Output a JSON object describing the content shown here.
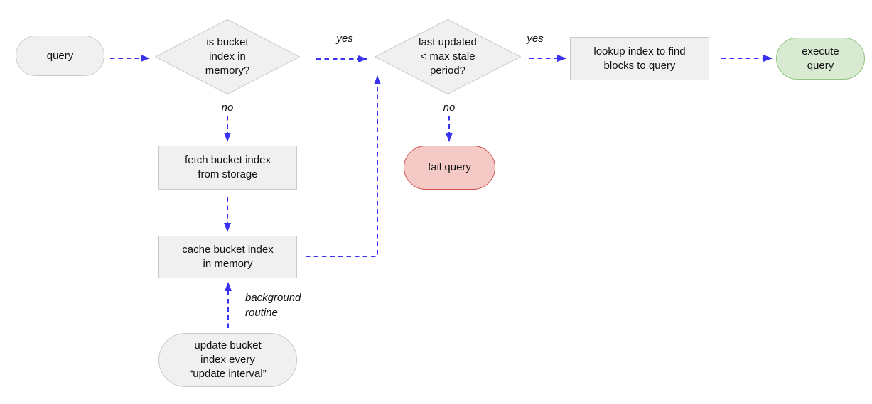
{
  "diagram": {
    "title": "query path flowchart",
    "nodes": {
      "query": {
        "label": "query",
        "type": "terminal"
      },
      "memory_check": {
        "label": "is bucket\nindex in\nmemory?",
        "type": "decision"
      },
      "stale_check": {
        "label": "last updated\n< max stale\nperiod?",
        "type": "decision"
      },
      "fetch": {
        "label": "fetch bucket index\nfrom storage",
        "type": "process"
      },
      "cache": {
        "label": "cache bucket index\nin memory",
        "type": "process"
      },
      "lookup": {
        "label": "lookup index to find\nblocks to query",
        "type": "process"
      },
      "execute": {
        "label": "execute\nquery",
        "type": "terminal-success"
      },
      "fail": {
        "label": "fail query",
        "type": "terminal-failure"
      },
      "update": {
        "label": "update bucket\nindex every\n“update interval”",
        "type": "terminal"
      }
    },
    "edge_labels": {
      "memory_yes": "yes",
      "memory_no": "no",
      "stale_yes": "yes",
      "stale_no": "no",
      "background_routine": "background\nroutine"
    },
    "edges": [
      {
        "from": "query",
        "to": "memory_check",
        "label": ""
      },
      {
        "from": "memory_check",
        "to": "stale_check",
        "label": "yes"
      },
      {
        "from": "memory_check",
        "to": "fetch",
        "label": "no"
      },
      {
        "from": "fetch",
        "to": "cache",
        "label": ""
      },
      {
        "from": "cache",
        "to": "stale_check",
        "label": ""
      },
      {
        "from": "stale_check",
        "to": "lookup",
        "label": "yes"
      },
      {
        "from": "stale_check",
        "to": "fail",
        "label": "no"
      },
      {
        "from": "lookup",
        "to": "execute",
        "label": ""
      },
      {
        "from": "update",
        "to": "cache",
        "label": "background routine"
      }
    ],
    "colors": {
      "node_fill": "#f0f0f0",
      "node_border": "#c9c9c9",
      "success_fill": "#d9ead3",
      "success_border": "#93c47d",
      "failure_fill": "#f4c9c6",
      "failure_border": "#d24b47",
      "arrow": "#3933ef",
      "text": "#111111",
      "background": "#ffffff"
    }
  }
}
